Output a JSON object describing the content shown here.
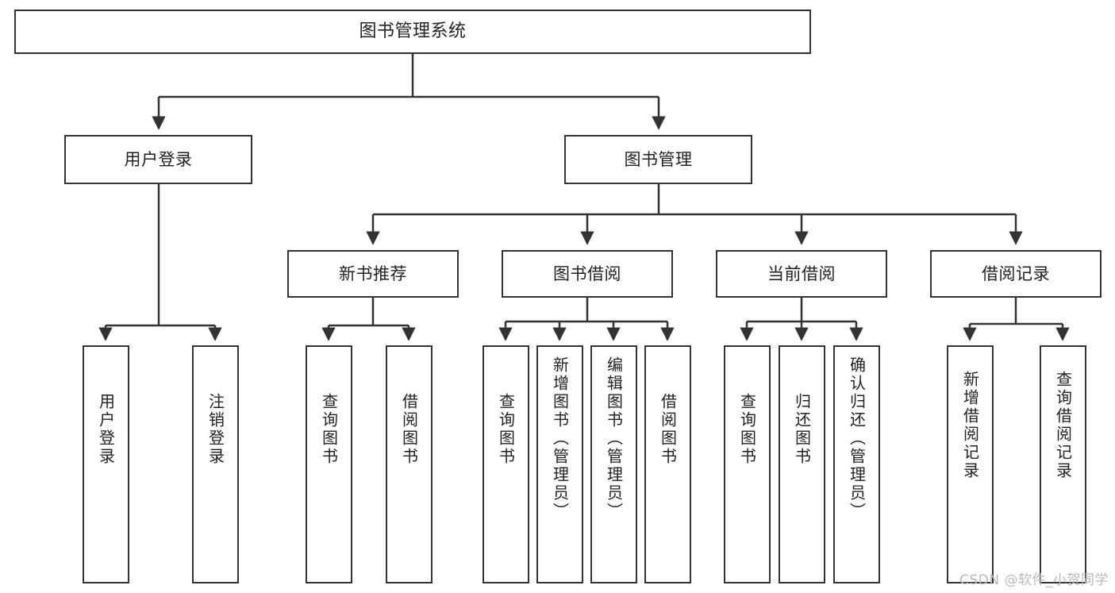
{
  "diagram": {
    "title": "图书管理系统",
    "watermark": "CSDN @软件_小贺同学",
    "type": "tree",
    "colors": {
      "background": "#ffffff",
      "border": "#333333",
      "text": "#222222",
      "watermark": "#b9b9b9"
    },
    "nodes": {
      "root": {
        "label": "图书管理系统"
      },
      "level2": [
        {
          "label": "用户登录"
        },
        {
          "label": "图书管理"
        }
      ],
      "level3": [
        {
          "label": "新书推荐"
        },
        {
          "label": "图书借阅"
        },
        {
          "label": "当前借阅"
        },
        {
          "label": "借阅记录"
        }
      ],
      "leaves": {
        "user_login": [
          {
            "label": "用户登录"
          },
          {
            "label": "注销登录"
          }
        ],
        "new_book": [
          {
            "label": "查询图书"
          },
          {
            "label": "借阅图书"
          }
        ],
        "book_borrow": [
          {
            "label": "查询图书"
          },
          {
            "label": "新增图书（管理员）"
          },
          {
            "label": "编辑图书（管理员）"
          },
          {
            "label": "借阅图书"
          }
        ],
        "current_borrow": [
          {
            "label": "查询图书"
          },
          {
            "label": "归还图书"
          },
          {
            "label": "确认归还（管理员）"
          }
        ],
        "borrow_record": [
          {
            "label": "新增借阅记录"
          },
          {
            "label": "查询借阅记录"
          }
        ]
      }
    }
  }
}
